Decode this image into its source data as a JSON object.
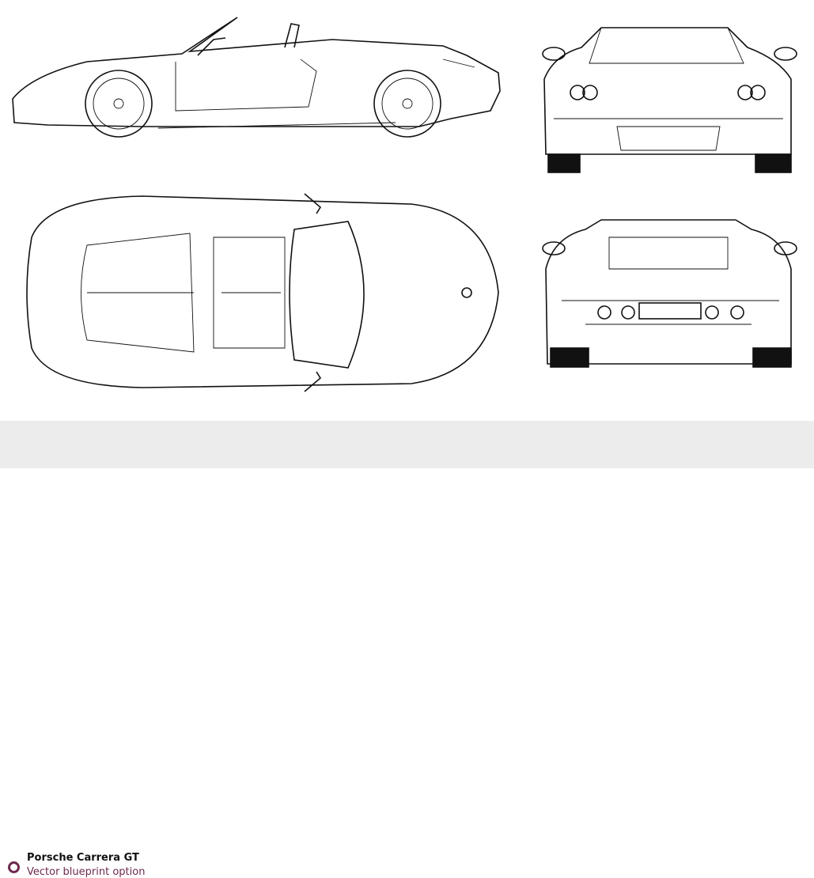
{
  "caption": {
    "title": "Porsche Carrera GT",
    "subtitle": "Vector blueprint option",
    "bullet_icon": "ring-bullet-icon",
    "accent_color": "#6e2a4e"
  },
  "views": [
    "side-view",
    "front-view",
    "top-view",
    "rear-view"
  ]
}
